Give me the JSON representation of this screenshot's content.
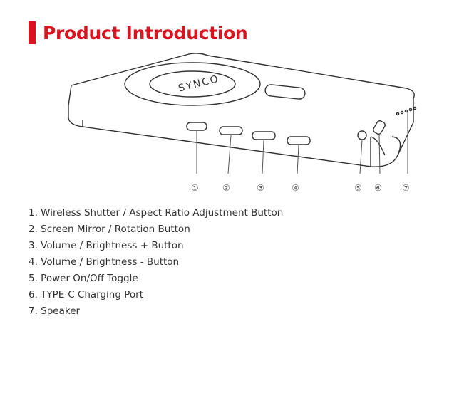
{
  "header": {
    "title": "Product Introduction",
    "accent_color": "#d7141f"
  },
  "diagram": {
    "brand_text": "SYNCO",
    "callouts": [
      "①",
      "②",
      "③",
      "④",
      "⑤",
      "⑥",
      "⑦"
    ]
  },
  "features": [
    "1. Wireless Shutter / Aspect Ratio Adjustment Button",
    "2. Screen Mirror / Rotation Button",
    "3. Volume / Brightness + Button",
    "4. Volume / Brightness - Button",
    "5. Power On/Off Toggle",
    "6. TYPE-C Charging Port",
    "7. Speaker"
  ]
}
